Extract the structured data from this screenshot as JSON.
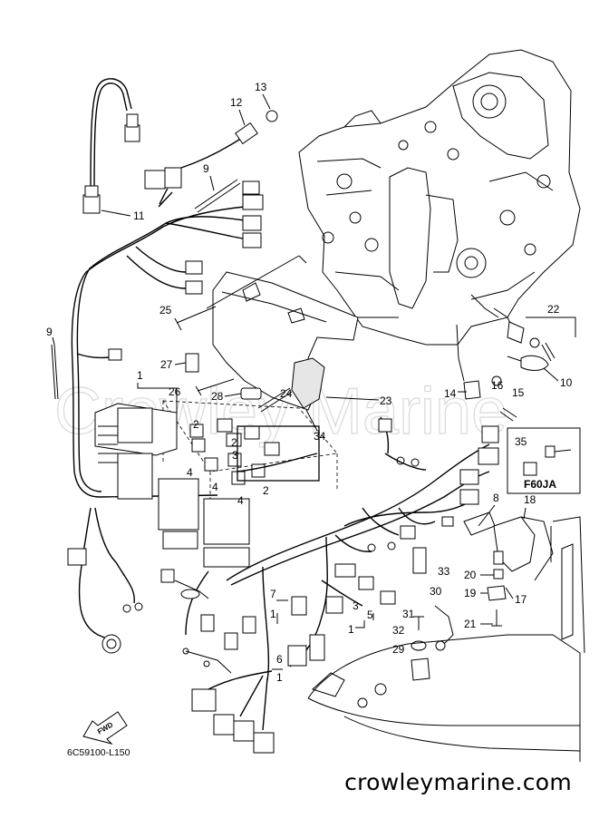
{
  "diagram_code": "6C59100-L150",
  "watermark": "Crowley Marine",
  "footer_site": "crowleymarine.com",
  "fwd_label": "FWD",
  "inset_label": "F60JA",
  "callouts": {
    "c1": "1",
    "c2": "2",
    "c3": "3",
    "c4": "4",
    "c5": "5",
    "c6": "6",
    "c7": "7",
    "c8": "8",
    "c9": "9",
    "c10": "10",
    "c11": "11",
    "c12": "12",
    "c13": "13",
    "c14": "14",
    "c15": "15",
    "c16": "16",
    "c17": "17",
    "c18": "18",
    "c19": "19",
    "c20": "20",
    "c21": "21",
    "c22": "22",
    "c23": "23",
    "c24": "24",
    "c25": "25",
    "c26": "26",
    "c27": "27",
    "c28": "28",
    "c29": "29",
    "c30": "30",
    "c31": "31",
    "c32": "32",
    "c33": "33",
    "c34": "34",
    "c35": "35"
  }
}
